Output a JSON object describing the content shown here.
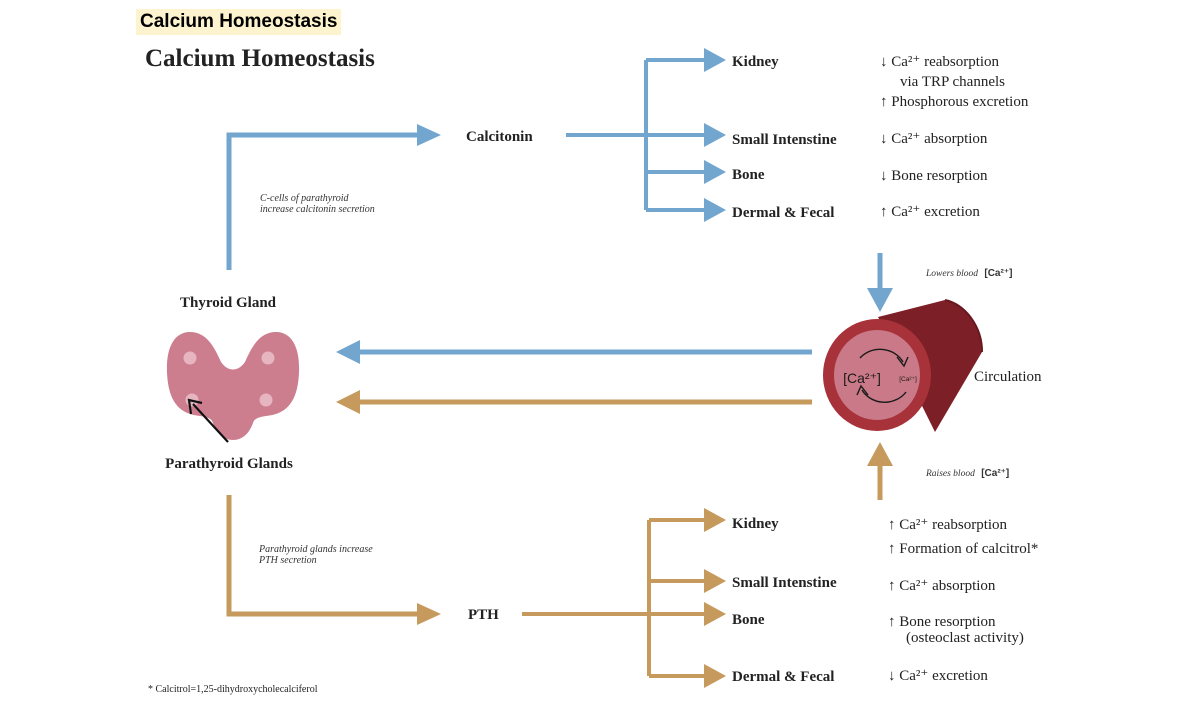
{
  "header_highlight": "Calcium Homeostasis",
  "title": "Calcium Homeostasis",
  "colors": {
    "blue": "#72a6cf",
    "tan": "#c6995c",
    "gland": "#cc7e8f",
    "vessel_dark": "#7d1f26",
    "vessel_mid": "#a8323a",
    "vessel_inner": "#c97987"
  },
  "thyroid_label": "Thyroid Gland",
  "parathyroid_label": "Parathyroid Glands",
  "calcitonin": {
    "hormone": "Calcitonin",
    "note_line1": "C-cells of parathyroid",
    "note_line2": "increase calcitonin secretion",
    "targets": [
      {
        "organ": "Kidney",
        "effects": [
          "↓ Ca²⁺ reabsorption",
          "via TRP channels",
          "↑ Phosphorous excretion"
        ]
      },
      {
        "organ": "Small Intenstine",
        "effects": [
          "↓ Ca²⁺ absorption"
        ]
      },
      {
        "organ": "Bone",
        "effects": [
          "↓ Bone resorption"
        ]
      },
      {
        "organ": "Dermal & Fecal",
        "effects": [
          "↑ Ca²⁺ excretion"
        ]
      }
    ],
    "blood_effect": "Lowers blood",
    "blood_ion": "[Ca²⁺]"
  },
  "pth": {
    "hormone": "PTH",
    "note_line1": "Parathyroid glands increase",
    "note_line2": "PTH secretion",
    "targets": [
      {
        "organ": "Kidney",
        "effects": [
          "↑ Ca²⁺ reabsorption",
          "↑ Formation of calcitrol*"
        ]
      },
      {
        "organ": "Small Intenstine",
        "effects": [
          "↑ Ca²⁺ absorption"
        ]
      },
      {
        "organ": "Bone",
        "effects": [
          "↑ Bone resorption",
          "(osteoclast activity)"
        ]
      },
      {
        "organ": "Dermal & Fecal",
        "effects": [
          "↓ Ca²⁺ excretion"
        ]
      }
    ],
    "blood_effect": "Raises blood",
    "blood_ion": "[Ca²⁺]"
  },
  "circulation": {
    "label": "Circulation",
    "ion_big": "[Ca²⁺]",
    "ion_small": "[Ca²⁺]"
  },
  "footnote": "* Calcitrol=1,25-dihydroxycholecalciferol"
}
